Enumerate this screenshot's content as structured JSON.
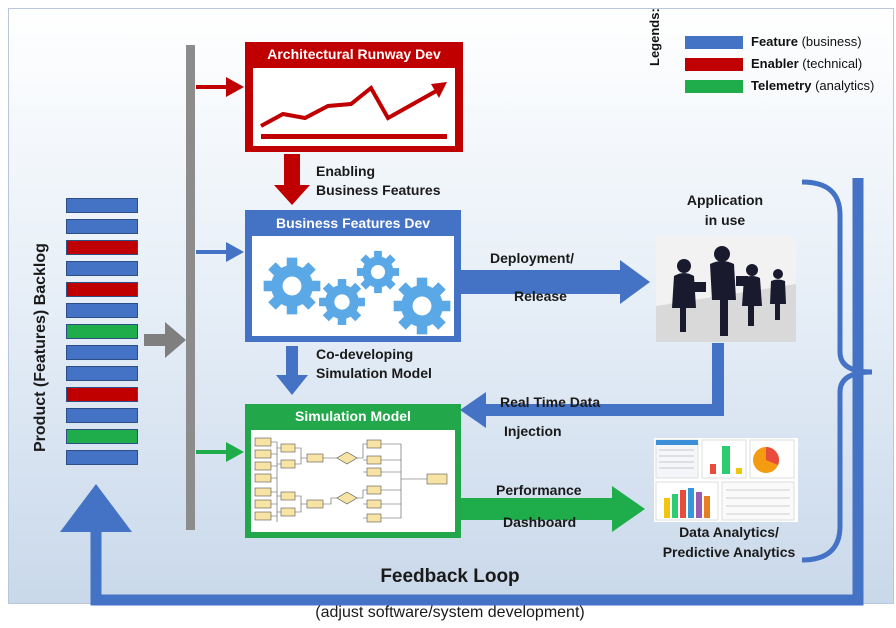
{
  "colors": {
    "feature": "#4472c4",
    "enabler": "#c00000",
    "telemetry": "#1fad4b",
    "sim_border": "#22a84a",
    "gray_bar": "#8c8c8c"
  },
  "legend": {
    "title": "Legends:",
    "items": [
      {
        "bold": "Feature",
        "rest": " (business)",
        "color": "#4472c4"
      },
      {
        "bold": "Enabler",
        "rest": " (technical)",
        "color": "#c00000"
      },
      {
        "bold": "Telemetry",
        "rest": " (analytics)",
        "color": "#1fad4b"
      }
    ]
  },
  "backlog": {
    "label": "Product (Features) Backlog",
    "items": [
      "feature",
      "feature",
      "enabler",
      "feature",
      "enabler",
      "feature",
      "telemetry",
      "feature",
      "feature",
      "enabler",
      "feature",
      "telemetry",
      "feature"
    ]
  },
  "boxes": {
    "runway": "Architectural Runway Dev",
    "business": "Business Features Dev",
    "simulation": "Simulation Model"
  },
  "labels": {
    "enabling_1": "Enabling",
    "enabling_2": "Business Features",
    "codev_1": "Co-developing",
    "codev_2": "Simulation Model",
    "deploy_1": "Deployment/",
    "deploy_2": "Release",
    "app_1": "Application",
    "app_2": "in use",
    "rtd_1": "Real Time Data",
    "rtd_2": "Injection",
    "perf_1": "Performance",
    "perf_2": "Dashboard",
    "analytics_1": "Data Analytics/",
    "analytics_2": "Predictive Analytics",
    "feedback": "Feedback Loop",
    "feedback_sub": "(adjust software/system development)"
  }
}
